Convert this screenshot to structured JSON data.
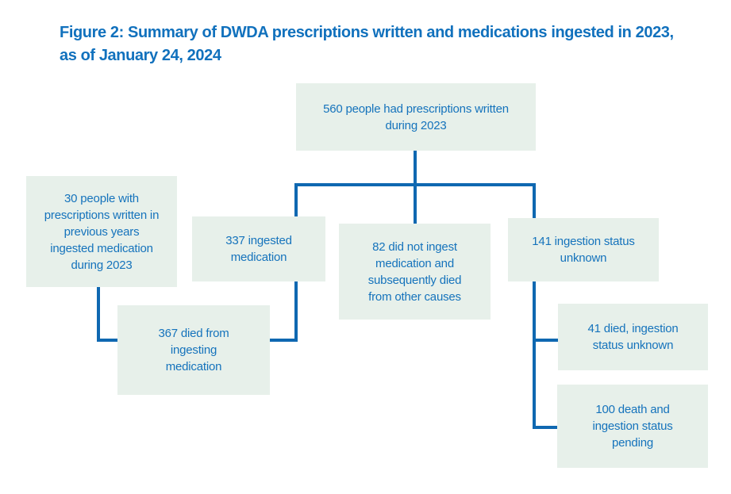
{
  "title": {
    "line1": "Figure 2: Summary of DWDA prescriptions written and medications ingested in 2023,",
    "line2": "as of January 24, 2024"
  },
  "colors": {
    "title_blue": "#1171bd",
    "text_blue": "#1573bc",
    "line_blue": "#0f68b1",
    "box_fill": "#e7f0ea",
    "background": "#ffffff"
  },
  "nodes": {
    "prescriptions_2023": {
      "label": "560 people had prescriptions written during 2023"
    },
    "previous_years": {
      "label": "30 people with prescriptions written in previous years ingested medication during 2023"
    },
    "ingested": {
      "label": "337 ingested medication"
    },
    "did_not_ingest": {
      "label": "82 did not ingest medication and subsequently died from other causes"
    },
    "ingestion_unknown": {
      "label": "141 ingestion status unknown"
    },
    "died_from_ingesting": {
      "label": "367 died from ingesting medication"
    },
    "died_status_unknown": {
      "label": "41 died, ingestion status unknown"
    },
    "death_pending": {
      "label": "100 death and ingestion status pending"
    }
  }
}
